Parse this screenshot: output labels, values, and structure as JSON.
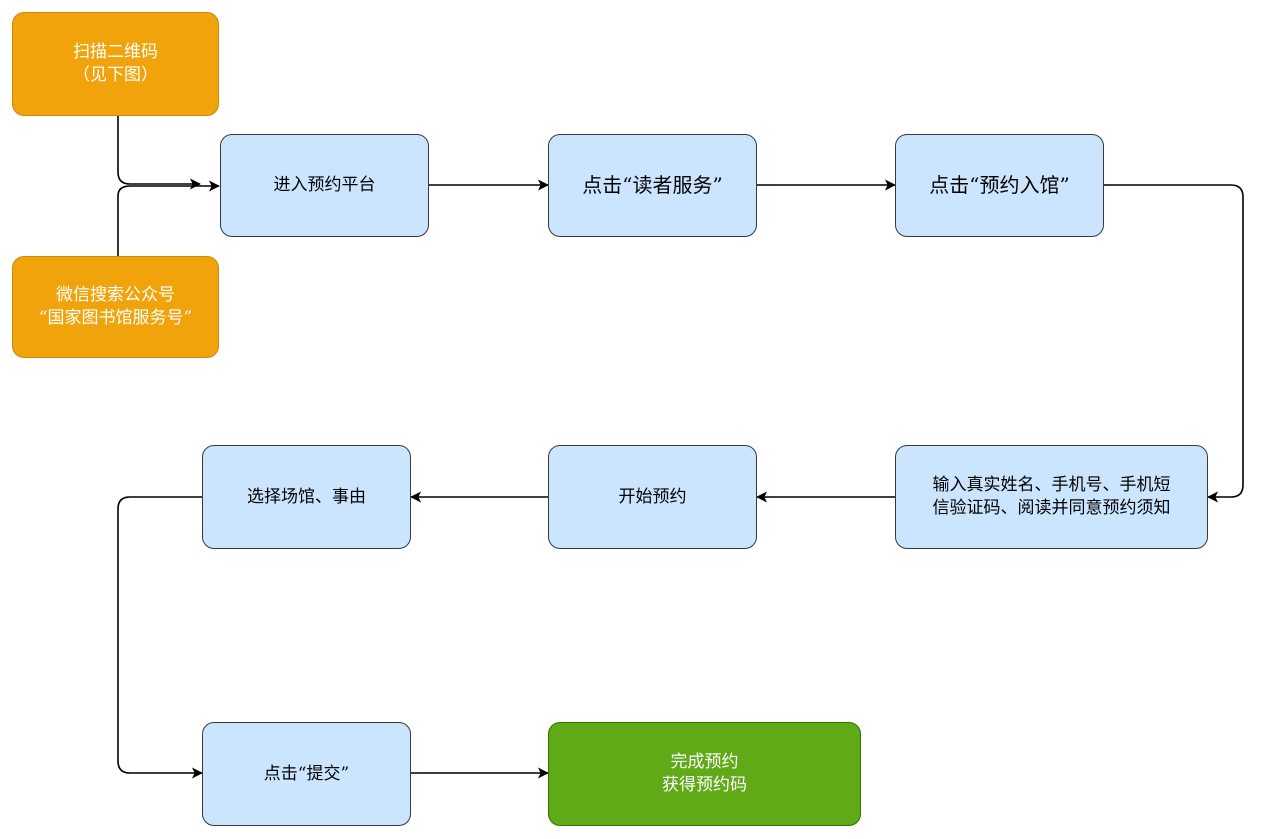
{
  "colors": {
    "start_fill": "#f0a30a",
    "step_fill": "#cce5ff",
    "end_fill": "#60a917",
    "connector": "#000000"
  },
  "nodes": {
    "scan_qr": {
      "line1": "扫描二维码",
      "line2": "（见下图）"
    },
    "wechat_search": {
      "line1": "微信搜索公众号",
      "line2": "“国家图书馆服务号”"
    },
    "enter_platform": {
      "label": "进入预约平台"
    },
    "reader_service": {
      "label": "点击“读者服务”"
    },
    "reserve_entry": {
      "label": "点击“预约入馆”"
    },
    "input_info": {
      "line1": "输入真实姓名、手机号、手机短",
      "line2": "信验证码、阅读并同意预约须知"
    },
    "start_reserve": {
      "label": "开始预约"
    },
    "select_venue": {
      "label": "选择场馆、事由"
    },
    "submit": {
      "label": "点击“提交”"
    },
    "complete": {
      "line1": "完成预约",
      "line2": "获得预约码"
    }
  }
}
